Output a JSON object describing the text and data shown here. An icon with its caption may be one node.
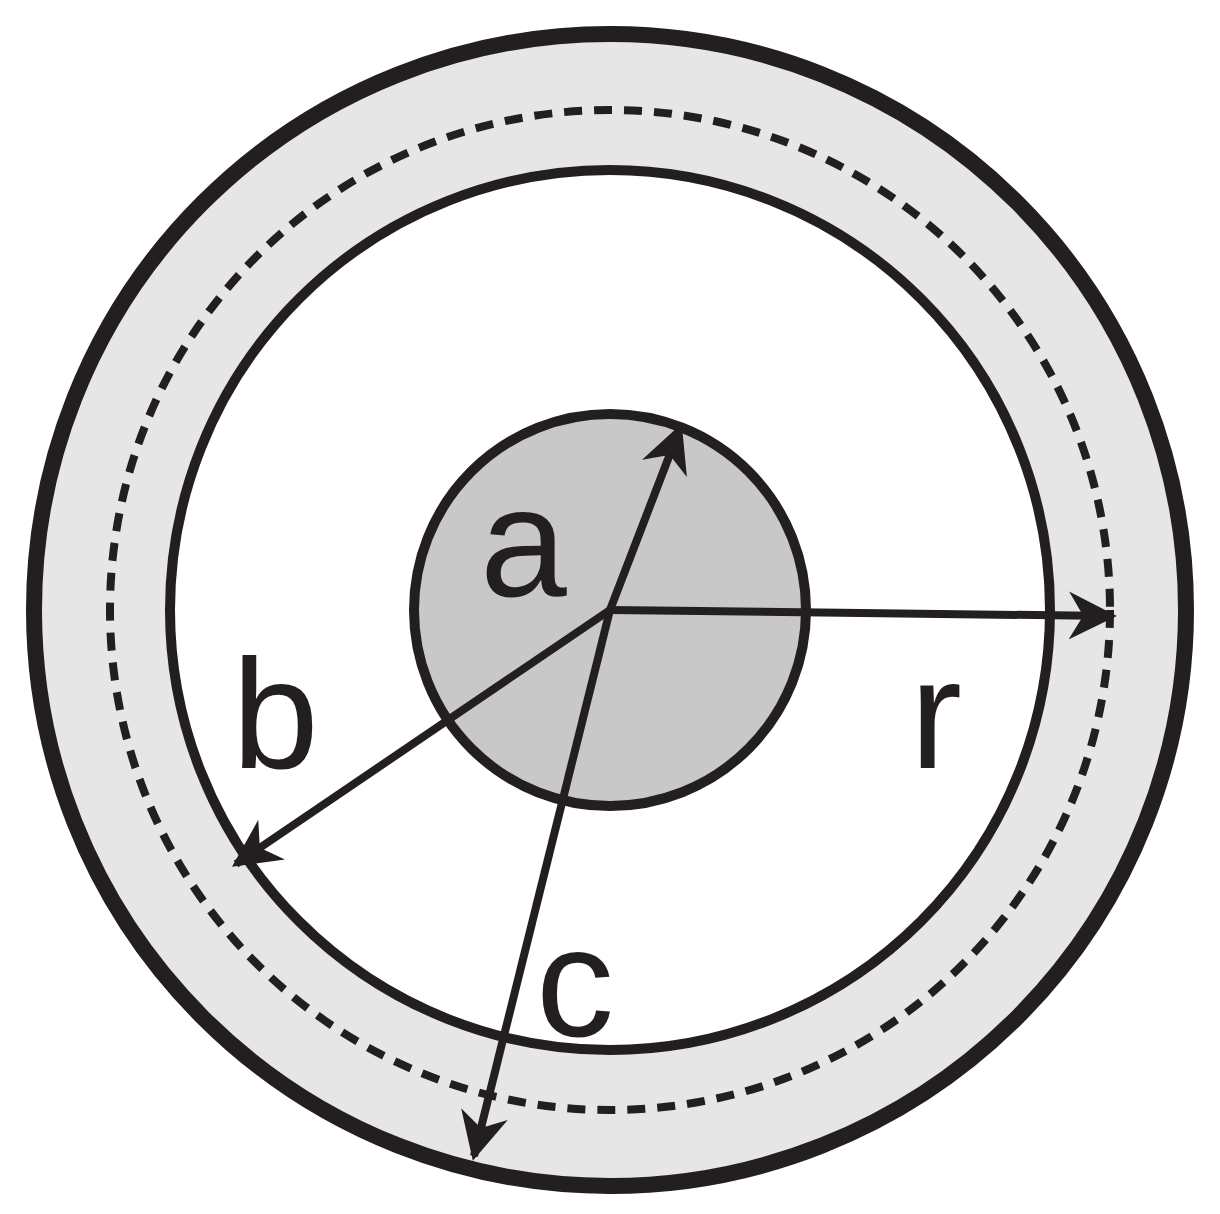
{
  "diagram": {
    "labels": [
      "a",
      "b",
      "r",
      "c"
    ]
  }
}
